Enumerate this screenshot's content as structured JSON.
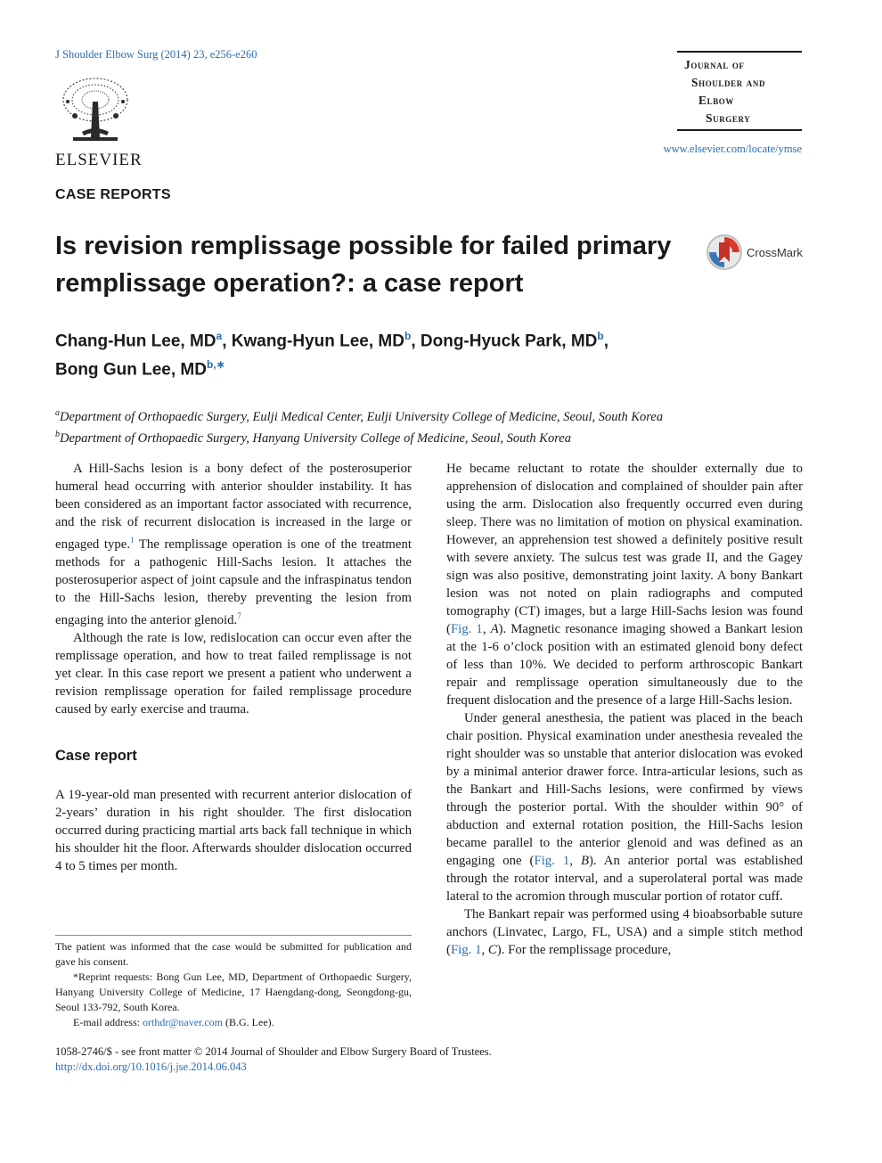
{
  "header": {
    "citation": "J Shoulder Elbow Surg (2014) 23, e256-e260",
    "publisher": "ELSEVIER",
    "journal_lines": [
      "Journal of",
      "Shoulder and",
      "Elbow",
      "Surgery"
    ],
    "journal_url": "www.elsevier.com/locate/ymse",
    "crossmark_label": "CrossMark"
  },
  "article": {
    "section": "CASE REPORTS",
    "title": "Is revision remplissage possible for failed primary remplissage operation?: a case report",
    "authors": [
      {
        "name": "Chang-Hun Lee, MD",
        "sup": "a",
        "sep": ", "
      },
      {
        "name": "Kwang-Hyun Lee, MD",
        "sup": "b",
        "sep": ", "
      },
      {
        "name": "Dong-Hyuck Park, MD",
        "sup": "b",
        "sep": ","
      },
      {
        "name": "Bong Gun Lee, MD",
        "sup": "b,∗",
        "sep": ""
      }
    ],
    "affiliations": [
      {
        "sup": "a",
        "text": "Department of Orthopaedic Surgery, Eulji Medical Center, Eulji University College of Medicine, Seoul, South Korea"
      },
      {
        "sup": "b",
        "text": "Department of Orthopaedic Surgery, Hanyang University College of Medicine, Seoul, South Korea"
      }
    ]
  },
  "body": {
    "intro_p1_a": "A Hill-Sachs lesion is a bony defect of the posterosuperior humeral head occurring with anterior shoulder instability. It has been considered as an important factor associated with recurrence, and the risk of recurrent dislocation is increased in the large or engaged type.",
    "intro_p1_ref1": "1",
    "intro_p1_b": " The remplissage operation is one of the treatment methods for a pathogenic Hill-Sachs lesion. It attaches the posterosuperior aspect of joint capsule and the infraspinatus tendon to the Hill-Sachs lesion, thereby preventing the lesion from engaging into the anterior glenoid.",
    "intro_p1_ref2": "7",
    "intro_p2": "Although the rate is low, redislocation can occur even after the remplissage operation, and how to treat failed remplissage is not yet clear. In this case report we present a patient who underwent a revision remplissage operation for failed remplissage procedure caused by early exercise and trauma.",
    "case_heading": "Case report",
    "case_p1": "A 19-year-old man presented with recurrent anterior dislocation of 2-years’ duration in his right shoulder. The first dislocation occurred during practicing martial arts back fall technique in which his shoulder hit the floor. Afterwards shoulder dislocation occurred 4 to 5 times per month.",
    "right_p1_a": "He became reluctant to rotate the shoulder externally due to apprehension of dislocation and complained of shoulder pain after using the arm. Dislocation also frequently occurred even during sleep. There was no limitation of motion on physical examination. However, an apprehension test showed a definitely positive result with severe anxiety. The sulcus test was grade II, and the Gagey sign was also positive, demonstrating joint laxity. A bony Bankart lesion was not noted on plain radiographs and computed tomography (CT) images, but a large Hill-Sachs lesion was found (",
    "right_p1_fig": "Fig. 1",
    "right_p1_b": ", ",
    "right_p1_panel": "A",
    "right_p1_c": "). Magnetic resonance imaging showed a Bankart lesion at the 1-6 o’clock position with an estimated glenoid bony defect of less than 10%. We decided to perform arthroscopic Bankart repair and remplissage operation simultaneously due to the frequent dislocation and the presence of a large Hill-Sachs lesion.",
    "right_p2_a": "Under general anesthesia, the patient was placed in the beach chair position. Physical examination under anesthesia revealed the right shoulder was so unstable that anterior dislocation was evoked by a minimal anterior drawer force. Intra-articular lesions, such as the Bankart and Hill-Sachs lesions, were confirmed by views through the posterior portal. With the shoulder within 90° of abduction and external rotation position, the Hill-Sachs lesion became parallel to the anterior glenoid and was defined as an engaging one (",
    "right_p2_fig": "Fig. 1",
    "right_p2_b": ", ",
    "right_p2_panel": "B",
    "right_p2_c": "). An anterior portal was established through the rotator interval, and a superolateral portal was made lateral to the acromion through muscular portion of rotator cuff.",
    "right_p3_a": "The Bankart repair was performed using 4 bioabsorbable suture anchors (Linvatec, Largo, FL, USA) and a simple stitch method (",
    "right_p3_fig": "Fig. 1",
    "right_p3_b": ", ",
    "right_p3_panel": "C",
    "right_p3_c": "). For the remplissage procedure,"
  },
  "footnotes": {
    "consent": "The patient was informed that the case would be submitted for publication and gave his consent.",
    "reprint": "*Reprint requests: Bong Gun Lee, MD, Department of Orthopaedic Surgery, Hanyang University College of Medicine, 17 Haengdang-dong, Seongdong-gu, Seoul 133-792, South Korea.",
    "email_label": "E-mail address: ",
    "email": "orthdr@naver.com",
    "email_suffix": " (B.G. Lee)."
  },
  "bottom": {
    "issn": "1058-2746/$ - see front matter © 2014 Journal of Shoulder and Elbow Surgery Board of Trustees.",
    "doi": "http://dx.doi.org/10.1016/j.jse.2014.06.043"
  }
}
